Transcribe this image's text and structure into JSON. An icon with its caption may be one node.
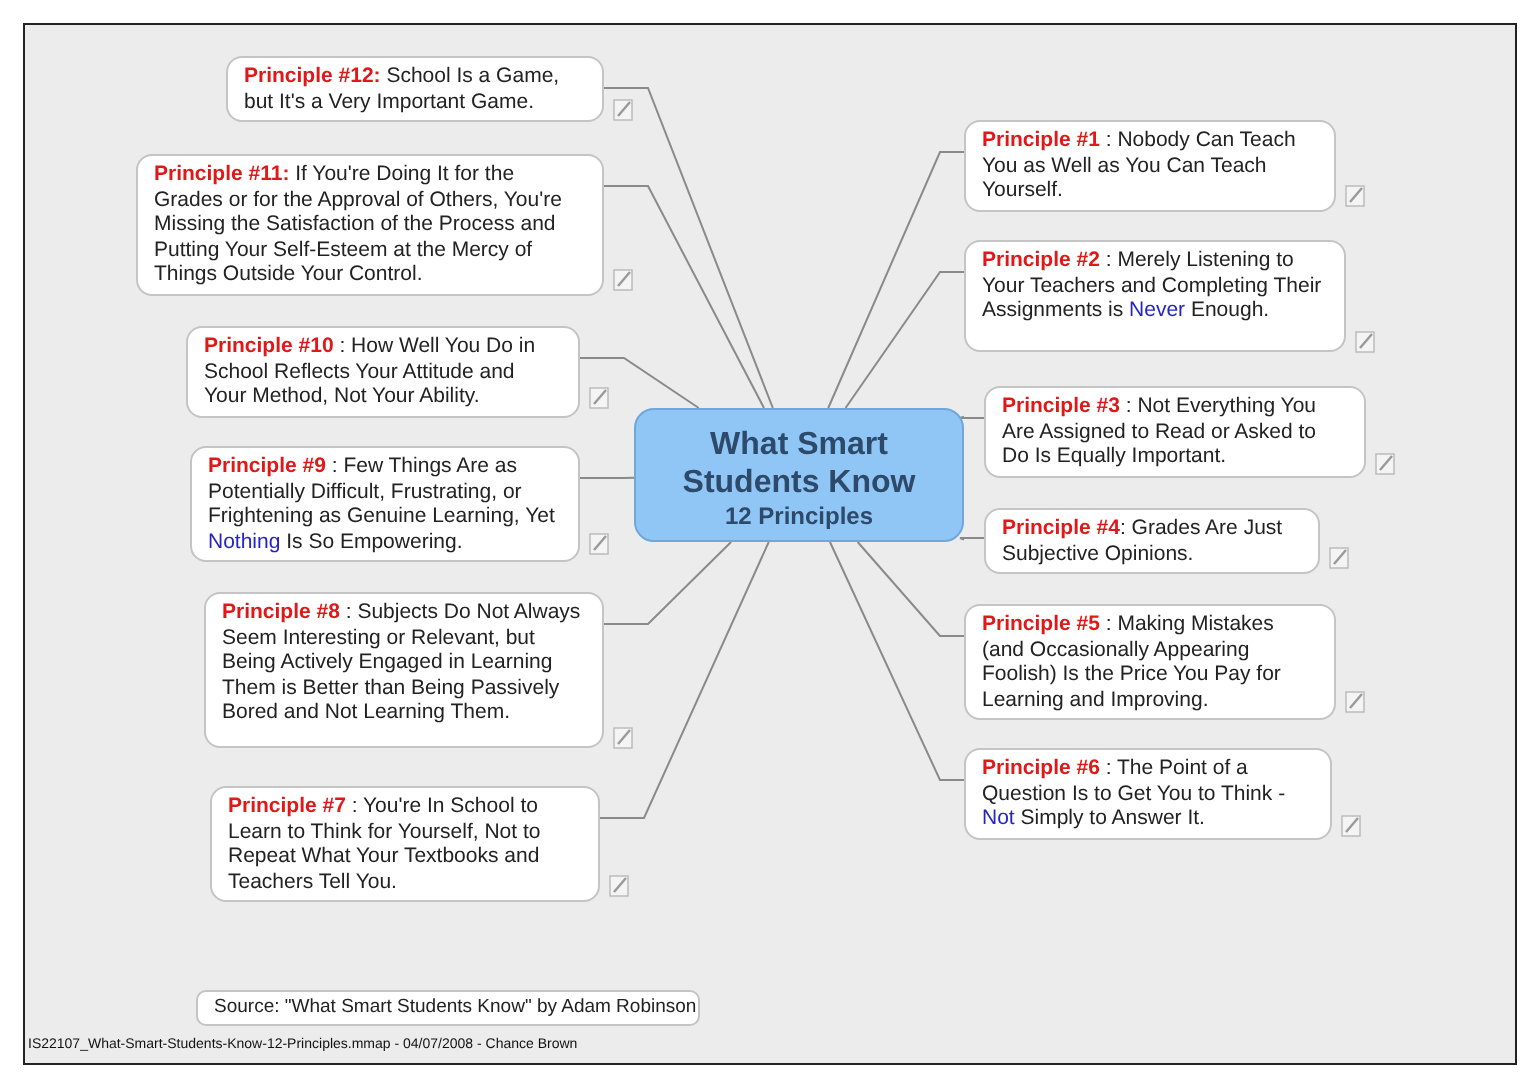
{
  "diagram": {
    "nodes": [
      {
        "text": [
          "What Smart Students Know",
          "12 Principles"
        ]
      },
      {
        "text": [
          "**Principle #1** : Nobody Can Teach You as Well as You Can Teach Yourself."
        ]
      },
      {
        "text": [
          "**Principle #2** : Merely Listening to Your Teachers and Completing Their Assignments is *Never* Enough."
        ]
      },
      {
        "text": [
          "**Principle #3** : Not Everything You Are Assigned to Read or Asked to Do Is Equally Important."
        ]
      },
      {
        "text": [
          "**Principle #4**: Grades Are Just Subjective Opinions."
        ]
      },
      {
        "text": [
          "**Principle #5** : Making Mistakes (and Occasionally Appearing Foolish) Is the Price You Pay for Learning and Improving."
        ]
      },
      {
        "text": [
          "**Principle #6** : The Point of a Question Is to Get You to Think - *Not* Simply to Answer It."
        ]
      },
      {
        "text": [
          "**Principle #7** : You're In School to Learn to Think for Yourself, Not to Repeat What Your Textbooks and Teachers Tell You."
        ]
      },
      {
        "text": [
          "**Principle #8** : Subjects Do Not Always Seem Interesting or Relevant, but Being Actively Engaged in Learning Them is Better than Being Passively Bored and Not Learning Them."
        ]
      },
      {
        "text": [
          "**Principle #9** : Few Things Are as Potentially Difficult, Frustrating, or Frightening as Genuine Learning, Yet *Nothing* Is So Empowering."
        ]
      },
      {
        "text": [
          "**Principle #10** : How Well You Do in School Reflects Your Attitude and Your Method, Not Your Ability."
        ]
      },
      {
        "text": [
          "**Principle #11:** If You're Doing It for the Grades or for the Approval of Others, You're Missing the Satisfaction of the Process and Putting Your Self-Esteem at the Mercy of Things Outside Your Control."
        ]
      },
      {
        "text": [
          "**Principle #12:** School Is a Game, but It's a Very Important Game."
        ]
      },
      {
        "text": [
          "Source: \"What Smart Students Know\" by Adam Robinson"
        ]
      }
    ],
    "edges": [
      {
        "from": 0,
        "to": 1,
        "arrow": "none"
      },
      {
        "from": 0,
        "to": 2,
        "arrow": "none"
      },
      {
        "from": 0,
        "to": 3,
        "arrow": "none"
      },
      {
        "from": 0,
        "to": 4,
        "arrow": "none"
      },
      {
        "from": 0,
        "to": 5,
        "arrow": "none"
      },
      {
        "from": 0,
        "to": 6,
        "arrow": "none"
      },
      {
        "from": 0,
        "to": 7,
        "arrow": "none"
      },
      {
        "from": 0,
        "to": 8,
        "arrow": "none"
      },
      {
        "from": 0,
        "to": 9,
        "arrow": "none"
      },
      {
        "from": 0,
        "to": 10,
        "arrow": "none"
      },
      {
        "from": 0,
        "to": 11,
        "arrow": "none"
      },
      {
        "from": 0,
        "to": 12,
        "arrow": "none"
      }
    ],
    "labels": [
      "IS22107_What-Smart-Students-Know-12-Principles.mmap - 04/07/2008 - Chance Brown"
    ]
  }
}
